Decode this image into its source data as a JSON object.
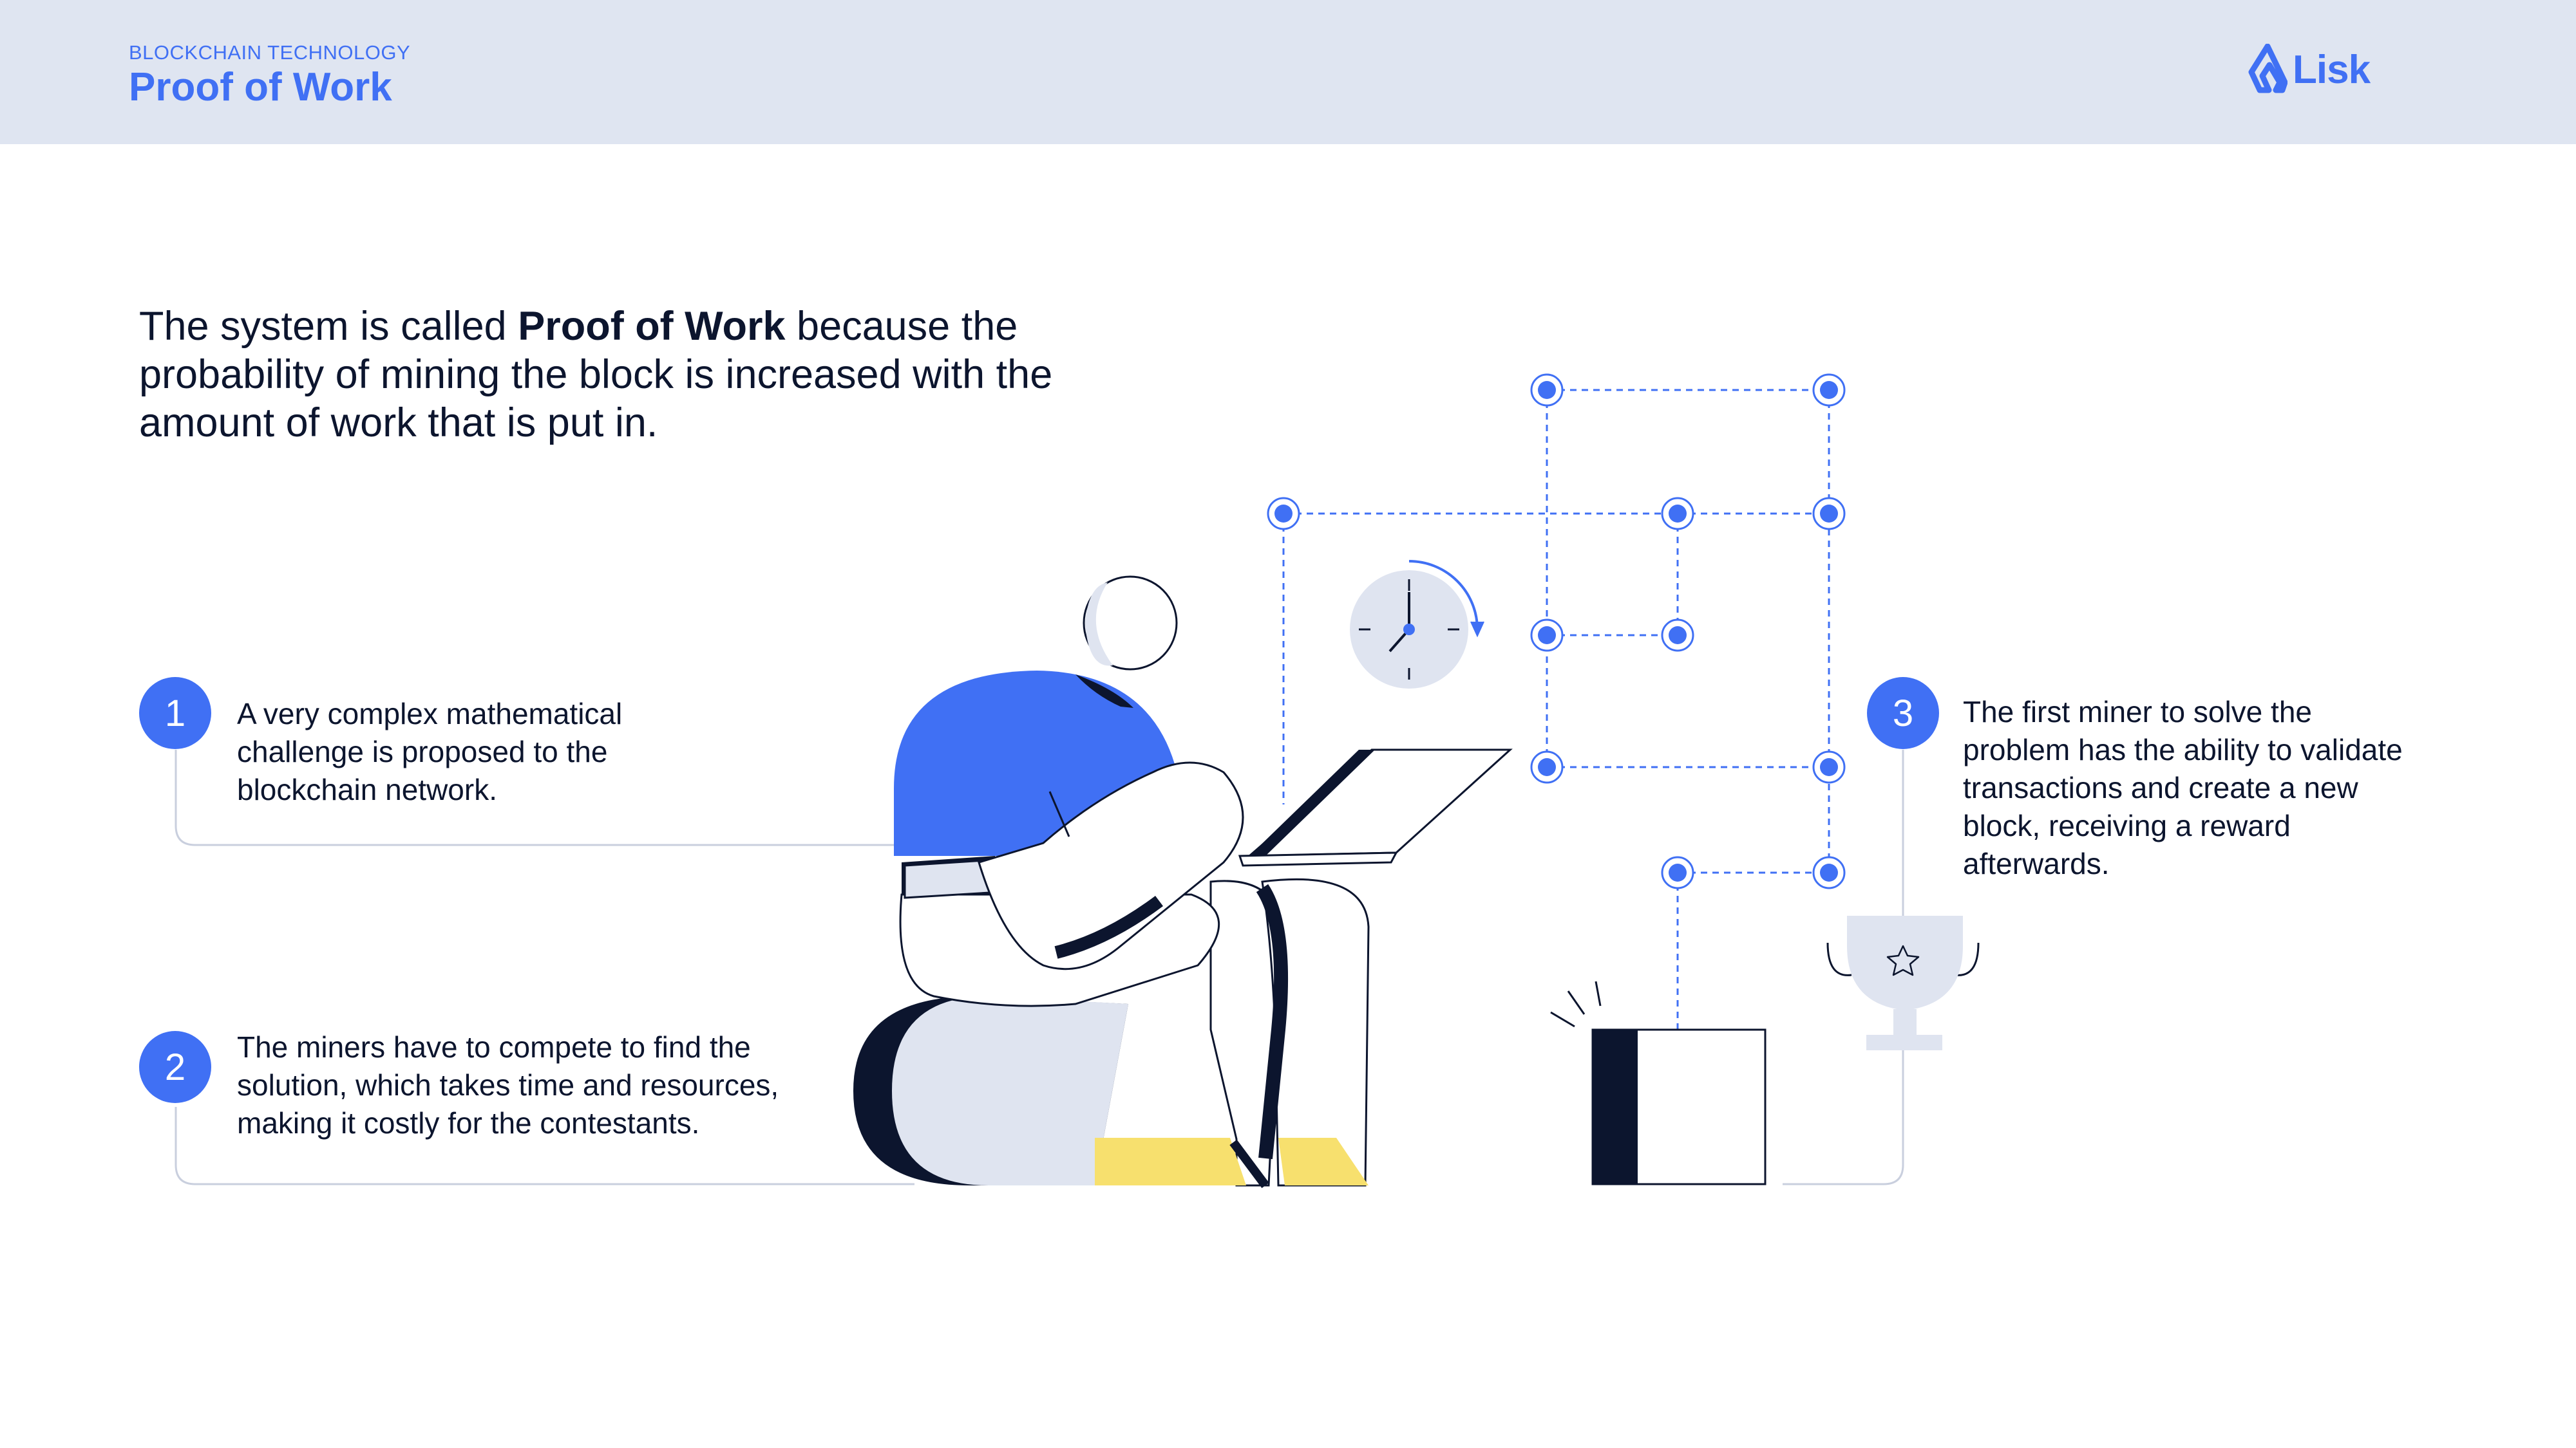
{
  "header": {
    "kicker": "BLOCKCHAIN TECHNOLOGY",
    "title": "Proof of Work",
    "logo_text": "Lisk"
  },
  "intro": {
    "before": "The system is called ",
    "bold": "Proof of Work",
    "after": " because the probability of mining the block is increased with the amount of work that is put in."
  },
  "steps": [
    {
      "number": "1",
      "text": "A very complex mathematical challenge is proposed to the blockchain network."
    },
    {
      "number": "2",
      "text": "The miners have to compete to find the solution, which takes time and resources, making it costly for the contestants."
    },
    {
      "number": "3",
      "text": "The first miner to solve the problem has the ability to validate transactions and create a new block, receiving a reward afterwards."
    }
  ],
  "colors": {
    "accent": "#4070f4",
    "header_bg": "#dfe5f1",
    "navy": "#0c152e",
    "light_grey_blue": "#dfe4f0",
    "yellow": "#f7e06e"
  },
  "icons": [
    "lisk-logo-icon",
    "clock-icon",
    "trophy-icon",
    "star-icon",
    "laptop-icon",
    "block-icon",
    "network-node-icon"
  ]
}
